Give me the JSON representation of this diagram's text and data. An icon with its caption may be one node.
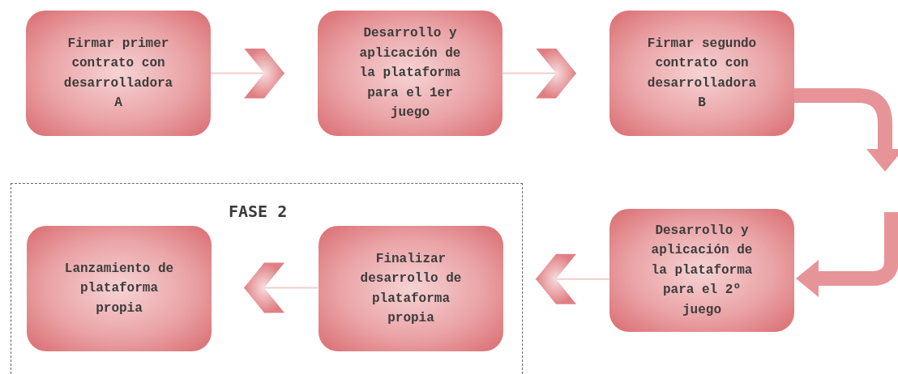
{
  "diagram": {
    "nodes": [
      {
        "text": [
          "Firmar primer contrato con desarrolladora A"
        ]
      },
      {
        "text": [
          "Desarrollo y aplicación de la plataforma para el 1er juego"
        ]
      },
      {
        "text": [
          "Firmar segundo contrato con desarrolladora B"
        ]
      },
      {
        "text": [
          "FASE 2"
        ]
      },
      {
        "text": [
          "Lanzamiento de plataforma propia"
        ],
        "in": 3
      },
      {
        "text": [
          "Finalizar desarrollo de plataforma propia"
        ],
        "in": 3
      },
      {
        "text": [
          "Desarrollo y aplicación de la plataforma para el 2º juego"
        ]
      }
    ],
    "edges": [
      {
        "from": 0,
        "to": 1,
        "arrow": "to"
      },
      {
        "from": 1,
        "to": 2,
        "arrow": "to"
      },
      {
        "from": 2,
        "to": null,
        "arrow": "to",
        "style": "thick"
      },
      {
        "from": null,
        "to": 6,
        "arrow": "to",
        "style": "thick"
      },
      {
        "from": 6,
        "to": 5,
        "arrow": "to"
      },
      {
        "from": 5,
        "to": 4,
        "arrow": "to"
      }
    ]
  }
}
